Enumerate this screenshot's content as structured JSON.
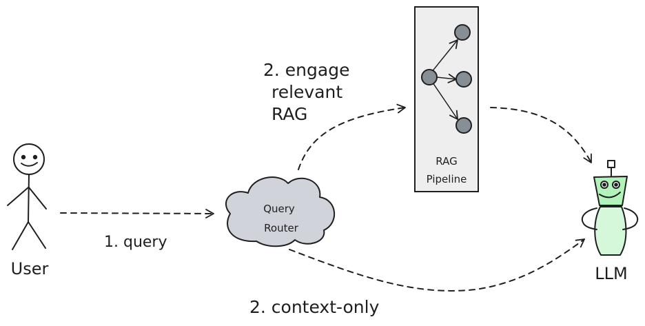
{
  "nodes": {
    "user": "User",
    "router_line1": "Query",
    "router_line2": "Router",
    "pipeline_line1": "RAG",
    "pipeline_line2": "Pipeline",
    "llm": "LLM"
  },
  "edges": {
    "query_label": "1. query",
    "engage_line1": "2. engage",
    "engage_line2": "relevant",
    "engage_line3": "RAG",
    "context_label": "2. context-only"
  },
  "colors": {
    "stroke": "#1e1e1e",
    "cloud_fill": "#d0d3da",
    "pipeline_bg": "#eeeeee",
    "node_fill": "#868e96",
    "robot_fill": "#b2f2bb"
  }
}
